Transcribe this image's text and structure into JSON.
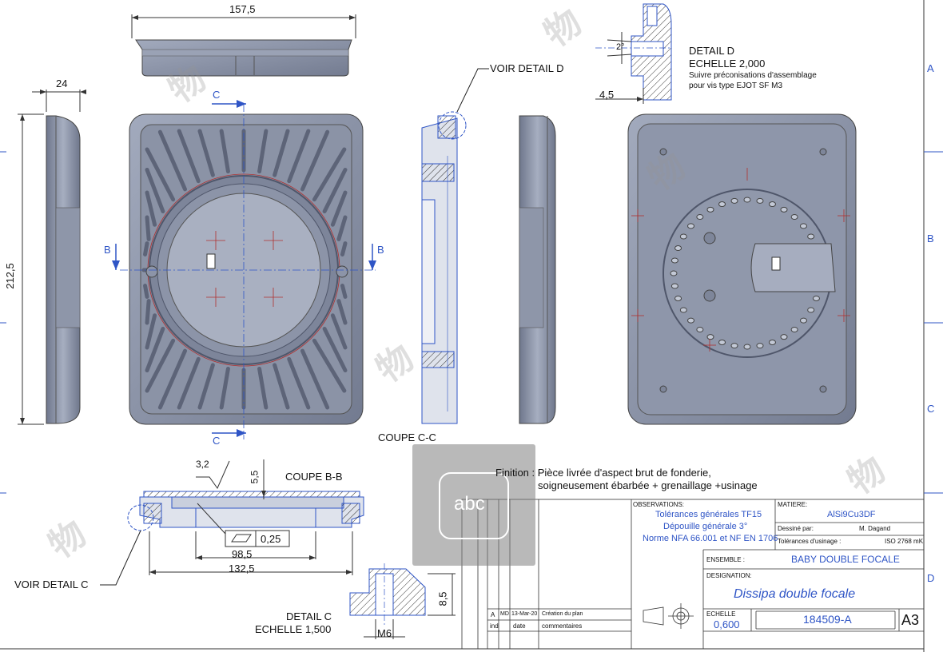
{
  "dims": {
    "top_width": "157,5",
    "side_thickness": "24",
    "height": "212,5",
    "detail_d_dim": "4,5",
    "detail_d_angle": "2°",
    "roughness": "3,2",
    "depth": "5,5",
    "flatness": "0,25",
    "inner_width": "98,5",
    "outer_width": "132,5",
    "detail_c_height": "8,5",
    "thread": "M6"
  },
  "labels": {
    "section_c": "C",
    "section_b": "B",
    "voir_detail_d": "VOIR DETAIL D",
    "voir_detail_c": "VOIR DETAIL C",
    "coupe_cc": "COUPE C-C",
    "coupe_bb": "COUPE B-B",
    "detail_d_title": "DETAIL D",
    "detail_d_scale": "ECHELLE 2,000",
    "detail_d_note1": "Suivre préconisations d'assemblage",
    "detail_d_note2": "pour vis type EJOT SF M3",
    "detail_c_title": "DETAIL C",
    "detail_c_scale": "ECHELLE 1,500",
    "finition_line1": "Finition : Pièce livrée d'aspect brut de fonderie,",
    "finition_line2": "soigneusement ébarbée + grenaillage +usinage"
  },
  "zones": [
    "A",
    "B",
    "C",
    "D"
  ],
  "title_block": {
    "observations_label": "OBSERVATIONS:",
    "observations": [
      "Tolérances générales TF15",
      "Dépouille générale 3°",
      "Norme NFA 66.001 et NF EN 1706"
    ],
    "matiere_label": "MATIERE:",
    "matiere": "AlSi9Cu3DF",
    "dessine_label": "Dessiné par:",
    "dessine": "M. Dagand",
    "tol_label": "Tolérances d'usinage :",
    "tol": "ISO 2768 mK",
    "ensemble_label": "ENSEMBLE :",
    "ensemble": "BABY DOUBLE FOCALE",
    "designation_label": "DESIGNATION:",
    "designation": "Dissipa double focale",
    "echelle_label": "ECHELLE",
    "echelle": "0,600",
    "part_number": "184509-A",
    "format": "A3",
    "rev_letter": "A",
    "rev_author": "MD",
    "rev_date": "13-Mar-20",
    "rev_comment": "Création du plan",
    "col_ind": "ind",
    "col_date": "date",
    "col_comment": "commentaires"
  },
  "overlay": {
    "button_label": "abc"
  },
  "colors": {
    "part": "#8a93a8",
    "part_dark": "#5d6478",
    "blue": "#2f55c6",
    "red": "#b0302f"
  }
}
